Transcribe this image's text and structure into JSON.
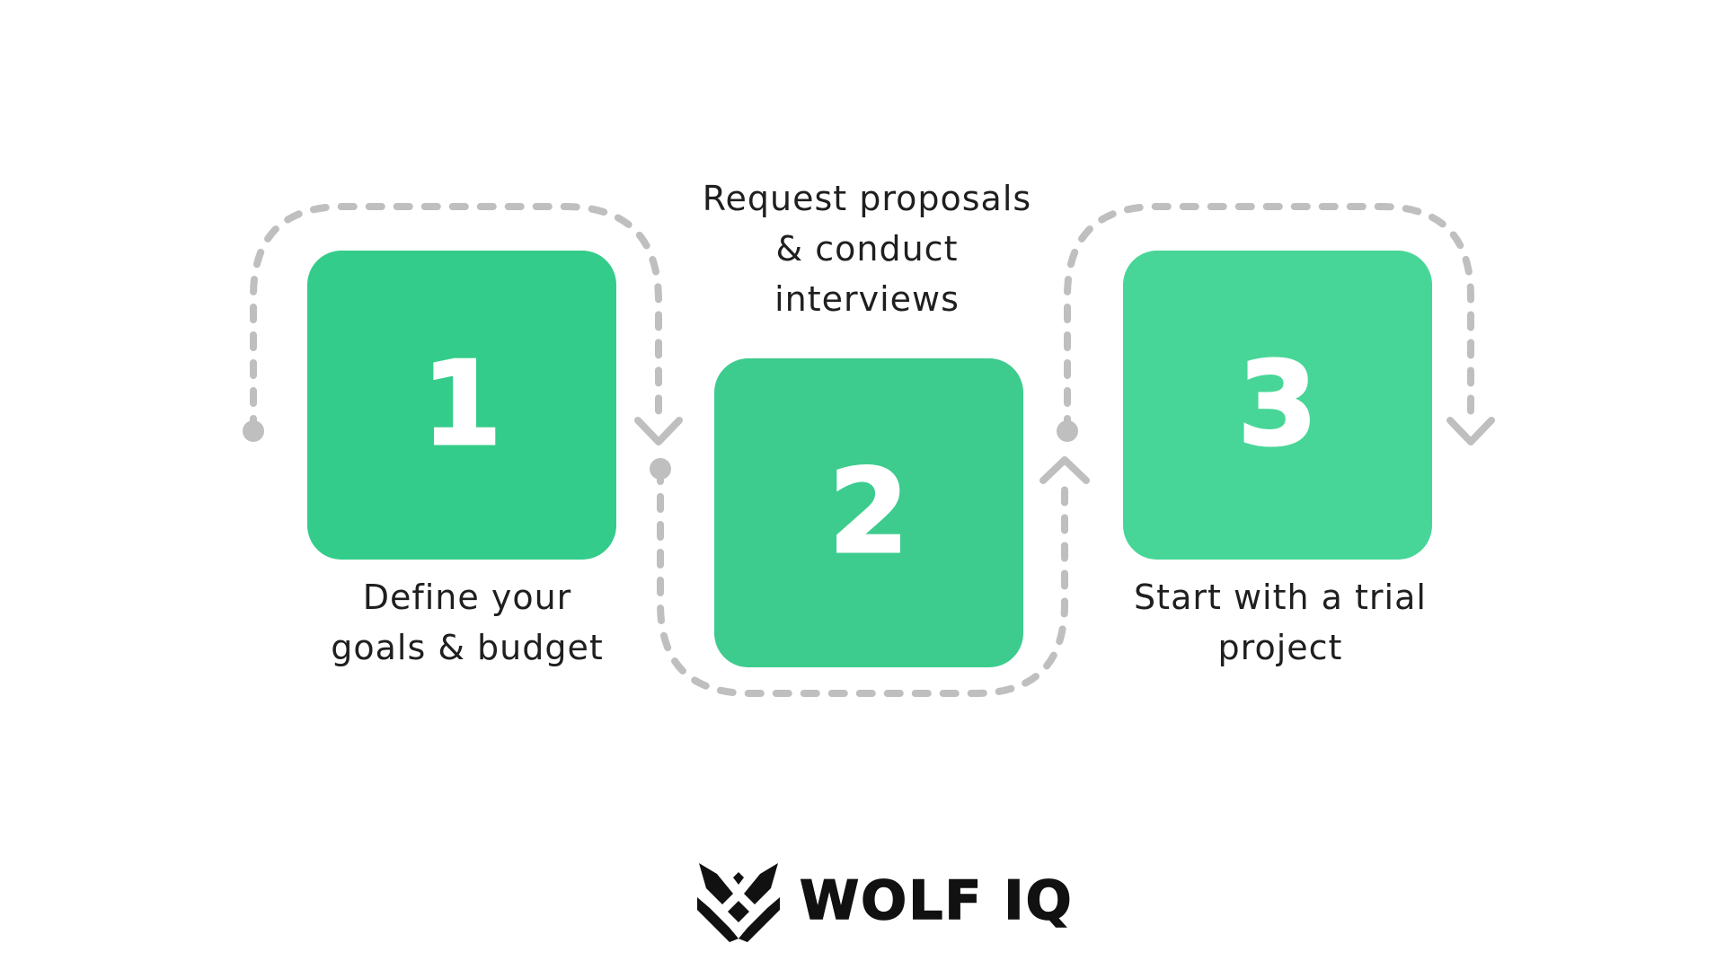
{
  "steps": [
    {
      "number": "1",
      "label": "Define your\ngoals & budget",
      "color": "#34cc8a"
    },
    {
      "number": "2",
      "label": "Request proposals\n& conduct\ninterviews",
      "color": "#3dcc8e"
    },
    {
      "number": "3",
      "label": "Start with a trial\nproject",
      "color": "#48d698"
    }
  ],
  "connector_color": "#bfbfbf",
  "brand": {
    "name": "WOLF IQ",
    "logo_icon": "wolf-logo-icon"
  }
}
